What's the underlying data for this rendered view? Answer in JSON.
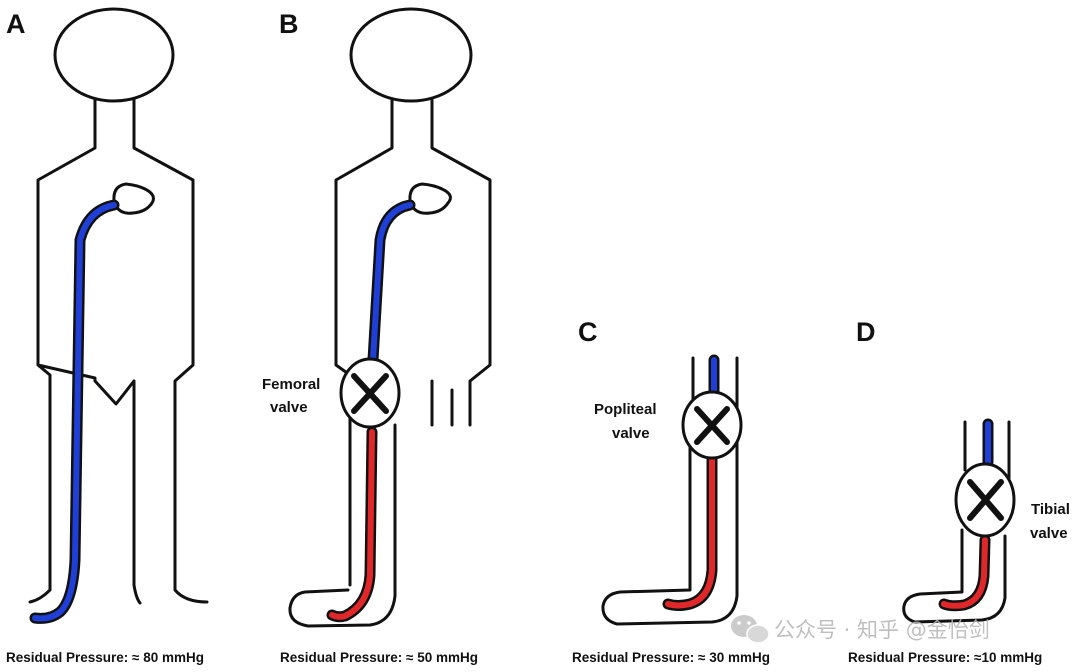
{
  "panels": {
    "a": {
      "letter": "A",
      "caption": "Residual Pressure: ≈ 80 mmHg"
    },
    "b": {
      "letter": "B",
      "caption": "Residual Pressure: ≈ 50 mmHg",
      "valve_label_line1": "Femoral",
      "valve_label_line2": "valve"
    },
    "c": {
      "letter": "C",
      "caption": "Residual Pressure: ≈ 30 mmHg",
      "valve_label_line1": "Popliteal",
      "valve_label_line2": "valve"
    },
    "d": {
      "letter": "D",
      "caption": "Residual Pressure: ≈10 mmHg",
      "valve_label_line1": "Tibial",
      "valve_label_line2": "valve"
    }
  },
  "watermark": {
    "text": "公众号 · 知乎 @金怡剑"
  },
  "colors": {
    "blue_vein": "#1f3fd6",
    "red_vein": "#e0282a",
    "outline": "#111111"
  }
}
